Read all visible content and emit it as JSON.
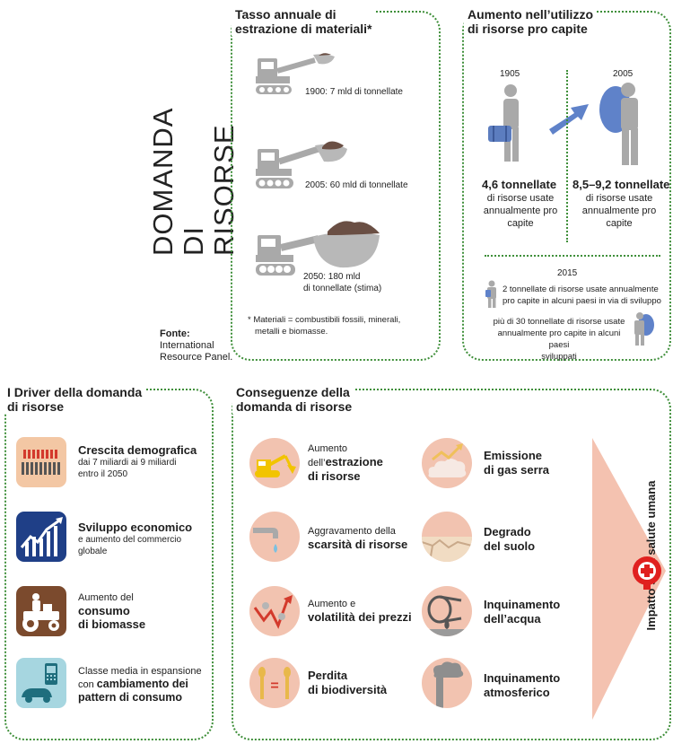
{
  "title": {
    "line1": "DOMANDA",
    "line2": "DI RISORSE"
  },
  "source": {
    "label": "Fonte:",
    "line1": "International",
    "line2": "Resource Panel."
  },
  "extraction": {
    "title_line1": "Tasso annuale di",
    "title_line2": "estrazione di materiali*",
    "items": [
      {
        "label": "1900: 7 mld di tonnellate"
      },
      {
        "label": "2005: 60 mld di tonnellate"
      },
      {
        "label_line1": "2050: 180 mld",
        "label_line2": "di tonnellate (stima)"
      }
    ],
    "footnote_line1": "* Materiali = combustibili fossili, minerali,",
    "footnote_line2": "metalli e biomasse."
  },
  "per_capita": {
    "title_line1": "Aumento nell’utilizzo",
    "title_line2": "di risorse pro capite",
    "year_1905": "1905",
    "year_2005": "2005",
    "value_1905": "4,6 tonnellate",
    "desc_1905": [
      "di risorse usate",
      "annualmente pro",
      "capite"
    ],
    "value_2005": "8,5–9,2 tonnellate",
    "desc_2005": [
      "di risorse usate",
      "annualmente pro",
      "capite"
    ],
    "year_2015": "2015",
    "note_2015_a": [
      "2 tonnellate di risorse usate annualmente",
      "pro capite in alcuni paesi in via di sviluppo"
    ],
    "note_2015_b": [
      "più di 30 tonnellate di risorse usate",
      "annualmente pro capite in alcuni paesi",
      "sviluppati"
    ]
  },
  "drivers": {
    "title_line1": "I Driver della domanda",
    "title_line2": "di risorse",
    "items": [
      {
        "bold": "Crescita demografica",
        "rest": [
          "dai 7 miliardi ai 9 miliardi",
          "entro il 2050"
        ],
        "icon": "population-icon",
        "color": "#f3c7a4"
      },
      {
        "bold": "Sviluppo economico",
        "rest": [
          "e aumento del commercio",
          "globale"
        ],
        "icon": "growth-chart-icon",
        "color": "#1f3f87"
      },
      {
        "pre": "Aumento del",
        "bold_lines": [
          "consumo",
          "di biomasse"
        ],
        "icon": "tractor-icon",
        "color": "#7b4a2d"
      },
      {
        "pre_lines": [
          "Classe media in espansione"
        ],
        "pre2": "con ",
        "bold_inline": "cambiamento dei",
        "bold_lines": [
          "pattern di consumo"
        ],
        "icon": "phone-car-icon",
        "color": "#a6d6e0"
      }
    ]
  },
  "consequences": {
    "title_line1": "Conseguenze della",
    "title_line2": "domanda di risorse",
    "left": [
      {
        "pre": [
          "Aumento",
          "dell’"
        ],
        "bold_inline": "estrazione",
        "bold": [
          "di risorse"
        ],
        "icon": "excavator-icon"
      },
      {
        "pre": [
          "Aggravamento della"
        ],
        "bold": [
          "scarsità di risorse"
        ],
        "icon": "water-drop-icon"
      },
      {
        "pre": [
          "Aumento e"
        ],
        "bold": [
          "volatilità dei prezzi"
        ],
        "icon": "price-volatility-icon"
      },
      {
        "pre": [],
        "bold": [
          "Perdita",
          "di biodiversità"
        ],
        "icon": "biodiversity-icon"
      }
    ],
    "right": [
      {
        "bold": [
          "Emissione",
          "di gas serra"
        ],
        "icon": "greenhouse-gas-icon"
      },
      {
        "bold": [
          "Degrado",
          "del suolo"
        ],
        "icon": "cracked-soil-icon"
      },
      {
        "bold": [
          "Inquinamento",
          "dell’acqua"
        ],
        "icon": "water-pollution-icon"
      },
      {
        "bold": [
          "Inquinamento",
          "atmosferico"
        ],
        "icon": "air-pollution-icon"
      }
    ],
    "impact_pre": "Impatto sulla ",
    "impact_bold": "salute umana",
    "colors": {
      "circle": "#f2c3b0",
      "arrow": "#f4c2b0",
      "health": "#e0201f"
    }
  }
}
